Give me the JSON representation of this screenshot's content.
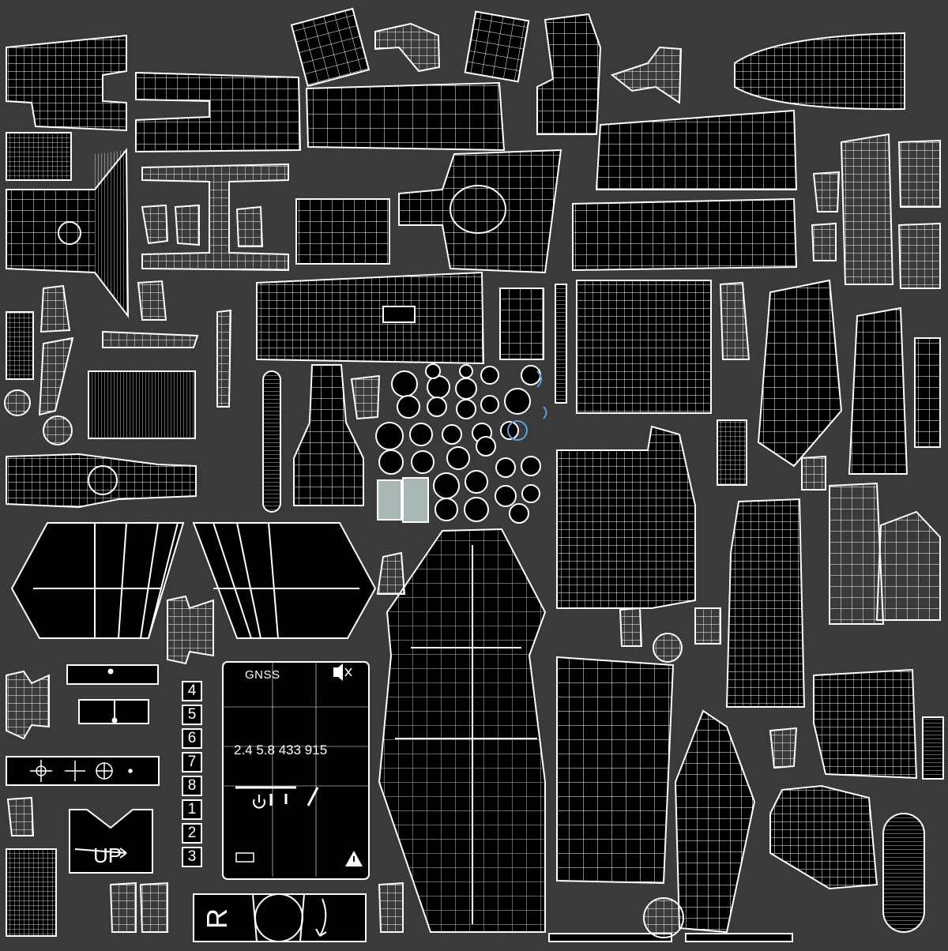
{
  "texture_sheet": {
    "background_color": "#3a3a3a",
    "island_fill": "#000000",
    "wire_color": "#ffffff",
    "glass_tint": "#a9b7b4",
    "accent_ring": "#5aa0e0"
  },
  "gnss_screen": {
    "title": "GNSS",
    "values_line": "2.4 5.8 433 915",
    "icons": [
      "mute-icon",
      "power-icon",
      "battery-icon",
      "warning-icon"
    ]
  },
  "number_tiles": [
    "4",
    "5",
    "6",
    "7",
    "8",
    "1",
    "2",
    "3"
  ],
  "decals": {
    "up_label": "UP",
    "r_label": "R"
  },
  "reticles": [
    "crosshair-icon",
    "crosshair-icon",
    "target-circle-icon"
  ]
}
